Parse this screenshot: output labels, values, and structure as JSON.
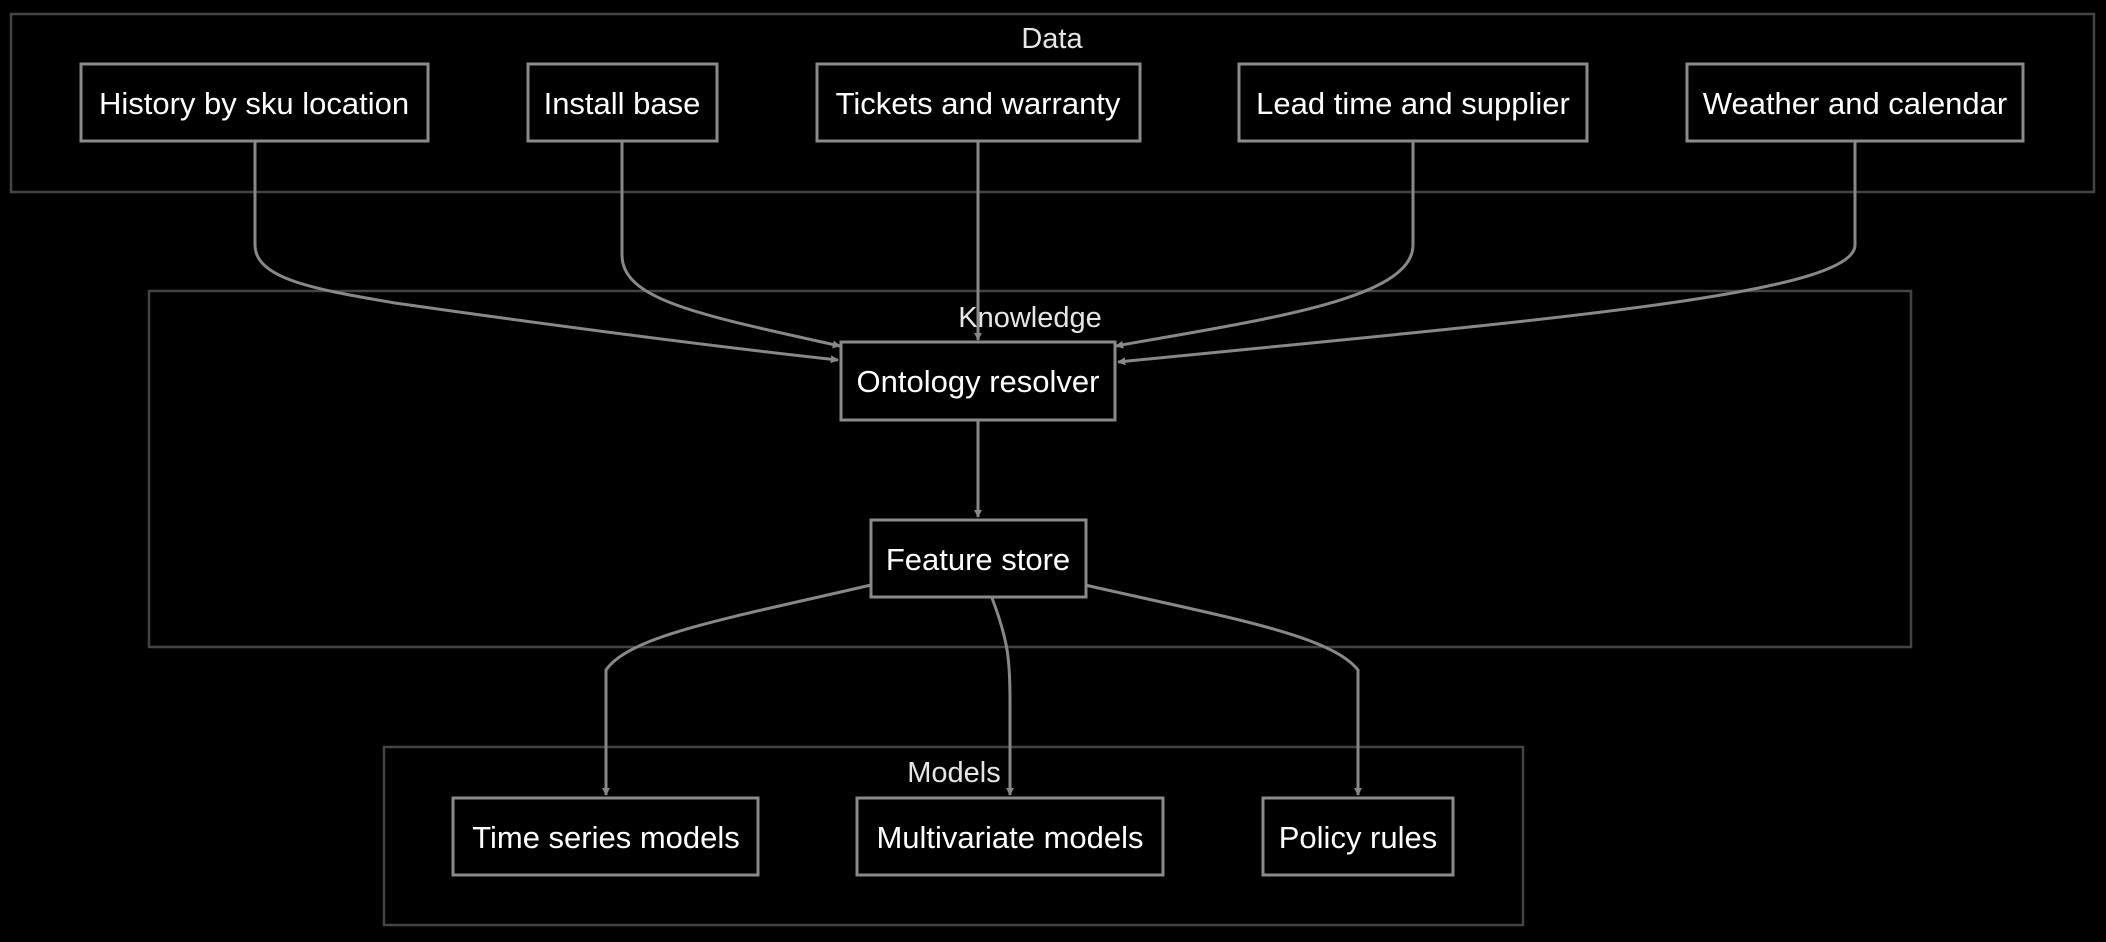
{
  "colors": {
    "background": "#000000",
    "cluster_border": "#444444",
    "node_border": "#8a8a8a",
    "edge": "#888888",
    "text": "#ffffff"
  },
  "clusters": {
    "data": {
      "label": "Data"
    },
    "knowledge": {
      "label": "Knowledge"
    },
    "models": {
      "label": "Models"
    }
  },
  "nodes": {
    "history": {
      "label": "History by sku location"
    },
    "install": {
      "label": "Install base"
    },
    "tickets": {
      "label": "Tickets and warranty"
    },
    "lead": {
      "label": "Lead time and supplier"
    },
    "weather": {
      "label": "Weather and calendar"
    },
    "ontology": {
      "label": "Ontology resolver"
    },
    "feature": {
      "label": "Feature store"
    },
    "timeseries": {
      "label": "Time series models"
    },
    "multivariate": {
      "label": "Multivariate models"
    },
    "policy": {
      "label": "Policy rules"
    }
  },
  "edges": [
    {
      "from": "history",
      "to": "ontology"
    },
    {
      "from": "install",
      "to": "ontology"
    },
    {
      "from": "tickets",
      "to": "ontology"
    },
    {
      "from": "lead",
      "to": "ontology"
    },
    {
      "from": "weather",
      "to": "ontology"
    },
    {
      "from": "ontology",
      "to": "feature"
    },
    {
      "from": "feature",
      "to": "timeseries"
    },
    {
      "from": "feature",
      "to": "multivariate"
    },
    {
      "from": "feature",
      "to": "policy"
    }
  ]
}
